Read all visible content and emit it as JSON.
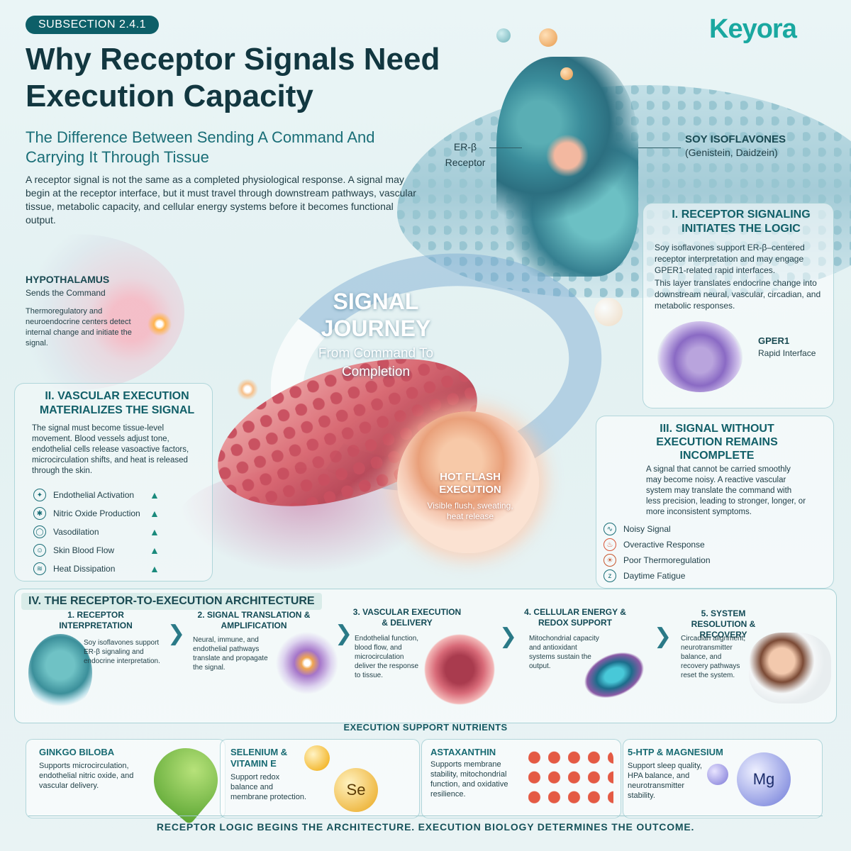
{
  "brand": {
    "logo": "Keyora"
  },
  "header": {
    "badge": "SUBSECTION 2.4.1",
    "title": "Why Receptor Signals Need Execution Capacity",
    "subtitle": "The Difference Between Sending A Command And Carrying It Through Tissue",
    "intro": "A receptor signal is not the same as a completed physiological response. A signal may begin at the receptor interface, but it must travel through downstream pathways, vascular tissue, metabolic capacity, and cellular energy systems before it becomes functional output."
  },
  "labels": {
    "er_beta": "ER-β Receptor",
    "soy_title": "SOY ISOFLAVONES",
    "soy_sub": "(Genistein, Daidzein)",
    "hypo_title": "HYPOTHALAMUS",
    "hypo_sub": "Sends the Command",
    "hypo_text": "Thermoregulatory and neuroendocrine centers detect internal change and initiate the signal.",
    "journey_title": "SIGNAL JOURNEY",
    "journey_sub": "From Command To Completion",
    "hotflash_title": "HOT FLASH EXECUTION",
    "hotflash_sub": "Visible flush, sweating, heat release"
  },
  "section1": {
    "title": "I. RECEPTOR SIGNALING INITIATES THE LOGIC",
    "p1": "Soy isoflavones support ER-β–centered receptor interpretation and may engage GPER1-related rapid interfaces.",
    "p2": "This layer translates endocrine change into downstream neural, vascular, circadian, and metabolic responses.",
    "gper_title": "GPER1",
    "gper_sub": "Rapid Interface"
  },
  "section2": {
    "title": "II. VASCULAR EXECUTION MATERIALIZES THE SIGNAL",
    "text": "The signal must become tissue-level movement. Blood vessels adjust tone, endothelial cells release vasoactive factors, microcirculation shifts, and heat is released through the skin.",
    "items": [
      {
        "label": "Endothelial Activation",
        "icon": "cell-icon"
      },
      {
        "label": "Nitric Oxide Production",
        "icon": "molecule-icon"
      },
      {
        "label": "Vasodilation",
        "icon": "vessel-icon"
      },
      {
        "label": "Skin Blood Flow",
        "icon": "person-icon"
      },
      {
        "label": "Heat Dissipation",
        "icon": "heat-icon"
      }
    ]
  },
  "section3": {
    "title": "III. SIGNAL WITHOUT EXECUTION REMAINS INCOMPLETE",
    "text": "A signal that cannot be carried smoothly may become noisy. A reactive vascular system may translate the command with less precision, leading to stronger, longer, or more inconsistent symptoms.",
    "items": [
      {
        "label": "Noisy Signal",
        "icon": "wave-icon"
      },
      {
        "label": "Overactive Response",
        "icon": "flame-icon"
      },
      {
        "label": "Poor Thermoregulation",
        "icon": "sun-icon"
      },
      {
        "label": "Daytime Fatigue",
        "icon": "sleep-icon"
      }
    ]
  },
  "architecture": {
    "title": "IV. THE RECEPTOR-TO-EXECUTION ARCHITECTURE",
    "steps": [
      {
        "title": "1. RECEPTOR INTERPRETATION",
        "text": "Soy isoflavones support ER-β signaling and endocrine interpretation."
      },
      {
        "title": "2. SIGNAL TRANSLATION & AMPLIFICATION",
        "text": "Neural, immune, and endothelial pathways translate and propagate the signal."
      },
      {
        "title": "3. VASCULAR EXECUTION & DELIVERY",
        "text": "Endothelial function, blood flow, and microcirculation deliver the response to tissue."
      },
      {
        "title": "4. CELLULAR ENERGY & REDOX SUPPORT",
        "text": "Mitochondrial capacity and antioxidant systems sustain the output."
      },
      {
        "title": "5. SYSTEM RESOLUTION & RECOVERY",
        "text": "Circadian alignment, neurotransmitter balance, and recovery pathways reset the system."
      }
    ]
  },
  "nutrients": {
    "title": "EXECUTION SUPPORT NUTRIENTS",
    "items": [
      {
        "name": "GINKGO BILOBA",
        "text": "Supports microcirculation, endothelial nitric oxide, and vascular delivery."
      },
      {
        "name": "SELENIUM & VITAMIN E",
        "text": "Support redox balance and membrane protection.",
        "badge": "Se"
      },
      {
        "name": "ASTAXANTHIN",
        "text": "Supports membrane stability, mitochondrial function, and oxidative resilience."
      },
      {
        "name": "5-HTP & MAGNESIUM",
        "text": "Support sleep quality, HPA balance, and neurotransmitter stability.",
        "badge": "Mg"
      }
    ]
  },
  "footer": "RECEPTOR LOGIC BEGINS THE ARCHITECTURE. EXECUTION BIOLOGY DETERMINES THE OUTCOME.",
  "colors": {
    "accent": "#1aa8a0",
    "dark": "#123740",
    "teal": "#115f68"
  }
}
